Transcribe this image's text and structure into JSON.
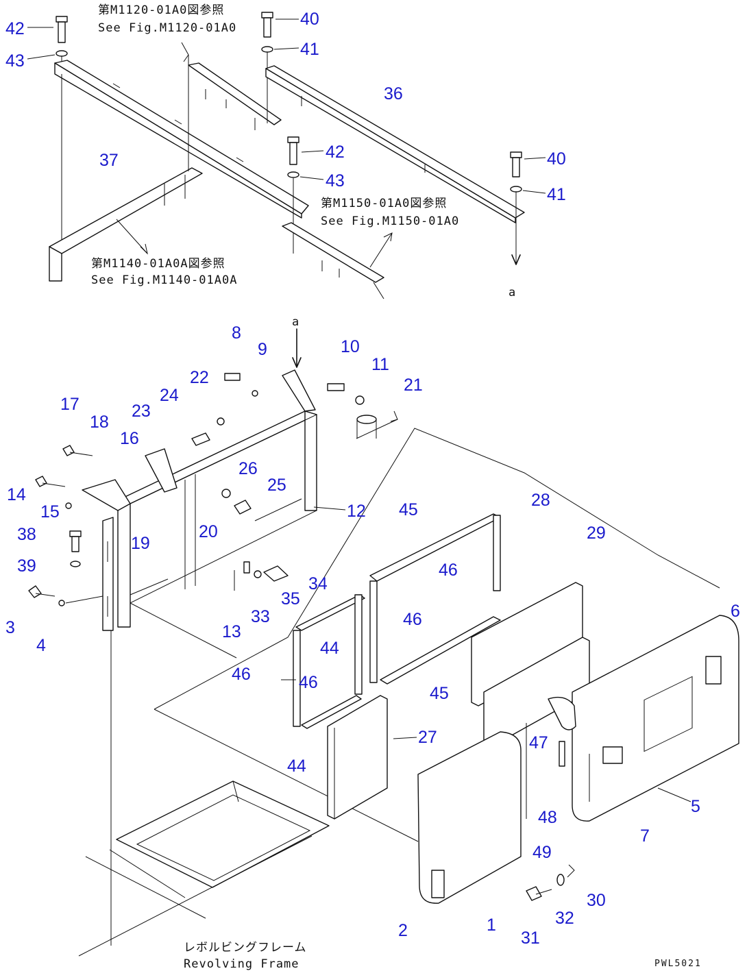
{
  "callouts": [
    {
      "id": "c42a",
      "text": "42"
    },
    {
      "id": "c43a",
      "text": "43"
    },
    {
      "id": "c40a",
      "text": "40"
    },
    {
      "id": "c41a",
      "text": "41"
    },
    {
      "id": "c36",
      "text": "36"
    },
    {
      "id": "c37",
      "text": "37"
    },
    {
      "id": "c42b",
      "text": "42"
    },
    {
      "id": "c43b",
      "text": "43"
    },
    {
      "id": "c40b",
      "text": "40"
    },
    {
      "id": "c41b",
      "text": "41"
    },
    {
      "id": "c8",
      "text": "8"
    },
    {
      "id": "c9",
      "text": "9"
    },
    {
      "id": "c10",
      "text": "10"
    },
    {
      "id": "c11",
      "text": "11"
    },
    {
      "id": "c22",
      "text": "22"
    },
    {
      "id": "c21",
      "text": "21"
    },
    {
      "id": "c24",
      "text": "24"
    },
    {
      "id": "c23",
      "text": "23"
    },
    {
      "id": "c17",
      "text": "17"
    },
    {
      "id": "c18",
      "text": "18"
    },
    {
      "id": "c16",
      "text": "16"
    },
    {
      "id": "c26",
      "text": "26"
    },
    {
      "id": "c25",
      "text": "25"
    },
    {
      "id": "c14",
      "text": "14"
    },
    {
      "id": "c15",
      "text": "15"
    },
    {
      "id": "c12",
      "text": "12"
    },
    {
      "id": "c45a",
      "text": "45"
    },
    {
      "id": "c28",
      "text": "28"
    },
    {
      "id": "c29",
      "text": "29"
    },
    {
      "id": "c38",
      "text": "38"
    },
    {
      "id": "c19",
      "text": "19"
    },
    {
      "id": "c20",
      "text": "20"
    },
    {
      "id": "c46a",
      "text": "46"
    },
    {
      "id": "c39",
      "text": "39"
    },
    {
      "id": "c34",
      "text": "34"
    },
    {
      "id": "c35",
      "text": "35"
    },
    {
      "id": "c3",
      "text": "3"
    },
    {
      "id": "c13",
      "text": "13"
    },
    {
      "id": "c33",
      "text": "33"
    },
    {
      "id": "c46b",
      "text": "46"
    },
    {
      "id": "c4",
      "text": "4"
    },
    {
      "id": "c44a",
      "text": "44"
    },
    {
      "id": "c6",
      "text": "6"
    },
    {
      "id": "c46c",
      "text": "46"
    },
    {
      "id": "c46d",
      "text": "46"
    },
    {
      "id": "c45b",
      "text": "45"
    },
    {
      "id": "c27",
      "text": "27"
    },
    {
      "id": "c47",
      "text": "47"
    },
    {
      "id": "c44b",
      "text": "44"
    },
    {
      "id": "c5",
      "text": "5"
    },
    {
      "id": "c7",
      "text": "7"
    },
    {
      "id": "c48",
      "text": "48"
    },
    {
      "id": "c49",
      "text": "49"
    },
    {
      "id": "c30",
      "text": "30"
    },
    {
      "id": "c32",
      "text": "32"
    },
    {
      "id": "c2",
      "text": "2"
    },
    {
      "id": "c1",
      "text": "1"
    },
    {
      "id": "c31",
      "text": "31"
    }
  ],
  "notes": {
    "ref_m1120_jp": "第M1120-01A0図参照",
    "ref_m1120_en": "See Fig.M1120-01A0",
    "ref_m1150_jp": "第M1150-01A0図参照",
    "ref_m1150_en": "See Fig.M1150-01A0",
    "ref_m1140_jp": "第M1140-01A0A図参照",
    "ref_m1140_en": "See Fig.M1140-01A0A",
    "frame_jp": "レボルビングフレーム",
    "frame_en": "Revolving Frame",
    "marker_top": "a",
    "marker_mid": "a"
  },
  "drawing_code": "PWL5021"
}
